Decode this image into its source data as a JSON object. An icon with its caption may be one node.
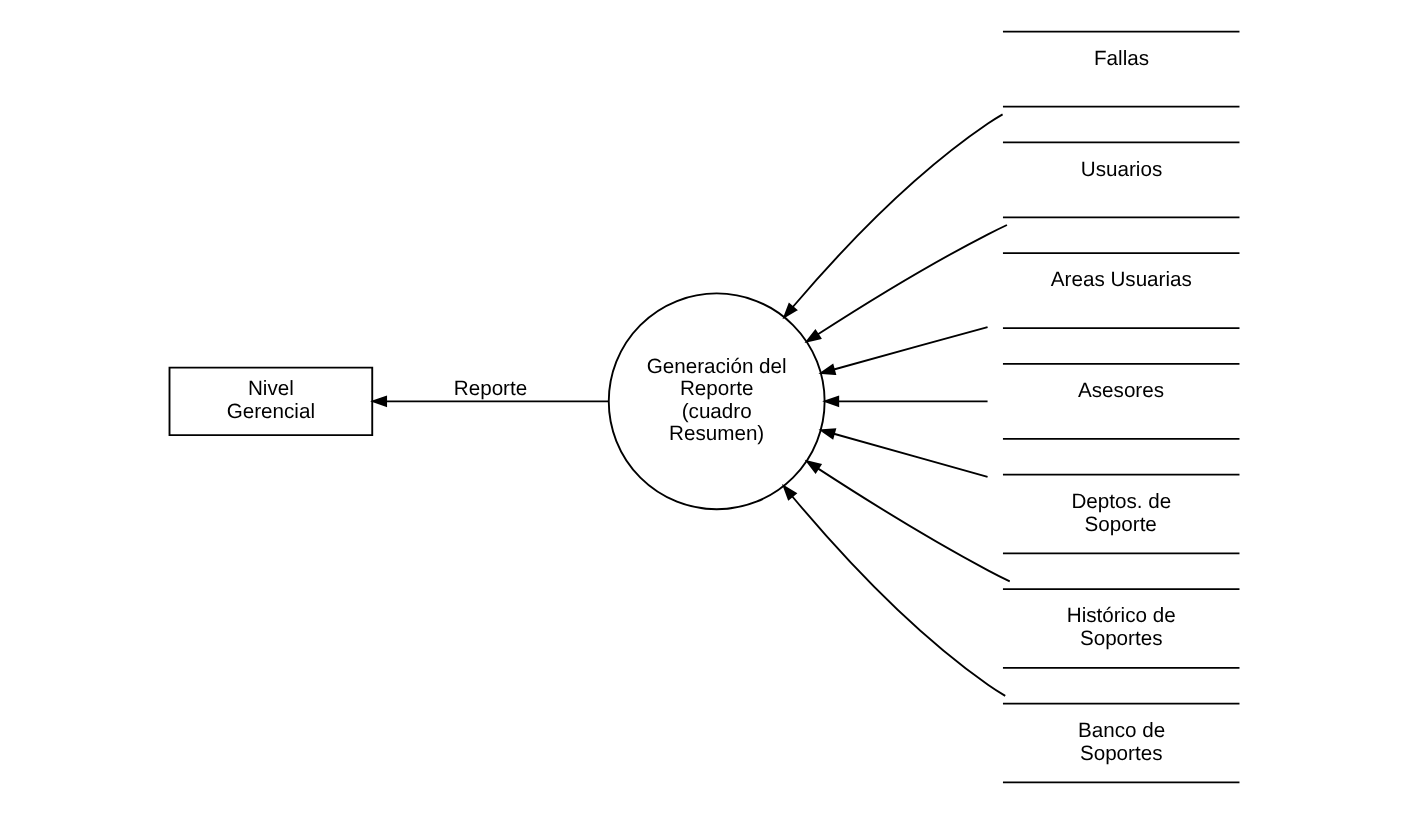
{
  "diagram": {
    "nodes": [
      {
        "text": [
          "Nivel Gerencial"
        ]
      },
      {
        "text": [
          "Generación del Reporte (cuadro Resumen)"
        ]
      },
      {
        "text": [
          "Fallas"
        ]
      },
      {
        "text": [
          "Usuarios"
        ]
      },
      {
        "text": [
          "Areas Usuarias"
        ]
      },
      {
        "text": [
          "Asesores"
        ]
      },
      {
        "text": [
          "Deptos. de Soporte"
        ]
      },
      {
        "text": [
          "Histórico de Soportes"
        ]
      },
      {
        "text": [
          "Banco de Soportes"
        ]
      }
    ],
    "edges": [
      {
        "from": 1,
        "to": 0,
        "arrow": "to",
        "label": "Reporte"
      },
      {
        "from": 2,
        "to": 1,
        "arrow": "to"
      },
      {
        "from": 3,
        "to": 1,
        "arrow": "to"
      },
      {
        "from": 4,
        "to": 1,
        "arrow": "to"
      },
      {
        "from": 5,
        "to": 1,
        "arrow": "to"
      },
      {
        "from": 6,
        "to": 1,
        "arrow": "to"
      },
      {
        "from": 7,
        "to": 1,
        "arrow": "to"
      },
      {
        "from": 8,
        "to": 1,
        "arrow": "to"
      }
    ]
  }
}
